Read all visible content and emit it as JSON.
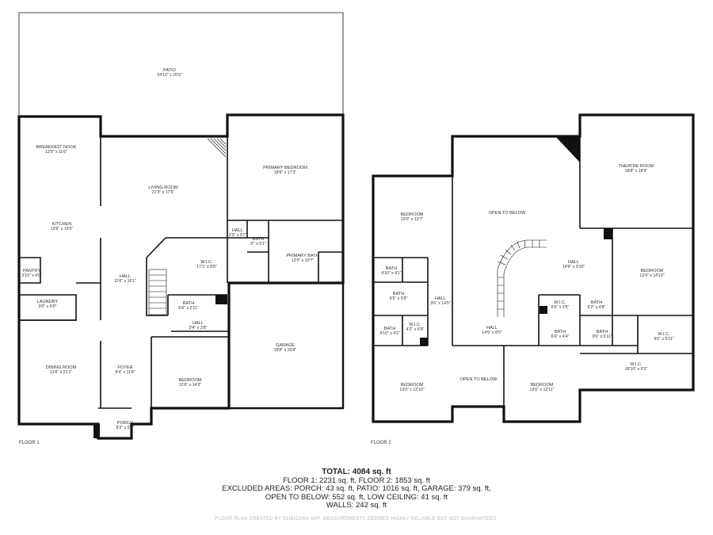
{
  "floors": [
    {
      "label": "FLOOR 1",
      "rooms": [
        {
          "name": "PATIO",
          "dims": "54'10\" x 20'9\""
        },
        {
          "name": "BREAKFAST NOOK",
          "dims": "13'9\" x 11'6\""
        },
        {
          "name": "LIVING ROOM",
          "dims": "21'3\" x 17'5\""
        },
        {
          "name": "PRIMARY BEDROOM",
          "dims": "18'8\" x 17'3\""
        },
        {
          "name": "KITCHEN",
          "dims": "13'6\" x 16'6\""
        },
        {
          "name": "HALL",
          "dims": "3'3\" x 3'7\""
        },
        {
          "name": "BATH",
          "dims": "9'\" x 5'1\""
        },
        {
          "name": "W.I.C.",
          "dims": "17'1\" x 8'8\""
        },
        {
          "name": "PRIMARY BATH",
          "dims": "12'0\" x 10'7\""
        },
        {
          "name": "PANTRY",
          "dims": "3'10\" x 4'0\""
        },
        {
          "name": "HALL",
          "dims": "11'6\" x 16'1\""
        },
        {
          "name": "LAUNDRY",
          "dims": "9'0\" x 6'0\""
        },
        {
          "name": "BATH",
          "dims": "6'8\" x 2'11\""
        },
        {
          "name": "HALL",
          "dims": "9'4\" x 3'8\""
        },
        {
          "name": "GARAGE",
          "dims": "18'8\" x 20'4\""
        },
        {
          "name": "DINING ROOM",
          "dims": "13'6\" x 21'1\""
        },
        {
          "name": "FOYER",
          "dims": "8'4\" x 11'8\""
        },
        {
          "name": "BEDROOM",
          "dims": "12'6\" x 14'3\""
        },
        {
          "name": "PORCH",
          "dims": "8'2\" x 5'2\""
        }
      ]
    },
    {
      "label": "FLOOR 2",
      "rooms": [
        {
          "name": "THEATRE ROOM",
          "dims": "18'8\" x 18'9\""
        },
        {
          "name": "BEDROOM",
          "dims": "13'0\" x 13'7\""
        },
        {
          "name": "OPEN TO BELOW",
          "dims": ""
        },
        {
          "name": "BATH",
          "dims": "4'10\" x 4'1\""
        },
        {
          "name": "HALL",
          "dims": "14'9\" x 9'10\""
        },
        {
          "name": "BEDROOM",
          "dims": "13'4\" x 14'10\""
        },
        {
          "name": "BATH",
          "dims": "9'5\" x 5'8\""
        },
        {
          "name": "HALL",
          "dims": "3'6\" x 14'5\""
        },
        {
          "name": "W.I.C.",
          "dims": "6'6\" x 3'5\""
        },
        {
          "name": "BATH",
          "dims": "5'2\" x 4'8\""
        },
        {
          "name": "BATH",
          "dims": "4'10\" x 4'2\""
        },
        {
          "name": "W.I.C.",
          "dims": "4'2\" x 6'9\""
        },
        {
          "name": "HALL",
          "dims": "14'9\" x 8'5\""
        },
        {
          "name": "BATH",
          "dims": "6'6\" x 4'4\""
        },
        {
          "name": "BATH",
          "dims": "9'6\" x 5'11\""
        },
        {
          "name": "W.I.C.",
          "dims": "9'0\" x 5'11\""
        },
        {
          "name": "W.I.C.",
          "dims": "18'10\" x 6'1\""
        },
        {
          "name": "BEDROOM",
          "dims": "13'0\" x 12'10\""
        },
        {
          "name": "OPEN TO BELOW",
          "dims": ""
        },
        {
          "name": "BEDROOM",
          "dims": "12'6\" x 12'11\""
        }
      ]
    }
  ],
  "summary": {
    "total": "TOTAL: 4084 sq. ft",
    "floors": "FLOOR 1: 2231 sq. ft, FLOOR 2: 1853 sq. ft",
    "excluded": "EXCLUDED AREAS: PORCH: 43 sq. ft, PATIO: 1016 sq. ft, GARAGE: 379 sq. ft,",
    "open": "OPEN TO BELOW: 552 sq. ft, LOW CEILING: 41 sq. ft",
    "walls": "WALLS: 242 sq. ft"
  },
  "footer": "FLOOR PLAN CREATED BY CUBICASA APP. MEASUREMENTS DEEMED HIGHLY RELIABLE BUT NOT GUARANTEED."
}
